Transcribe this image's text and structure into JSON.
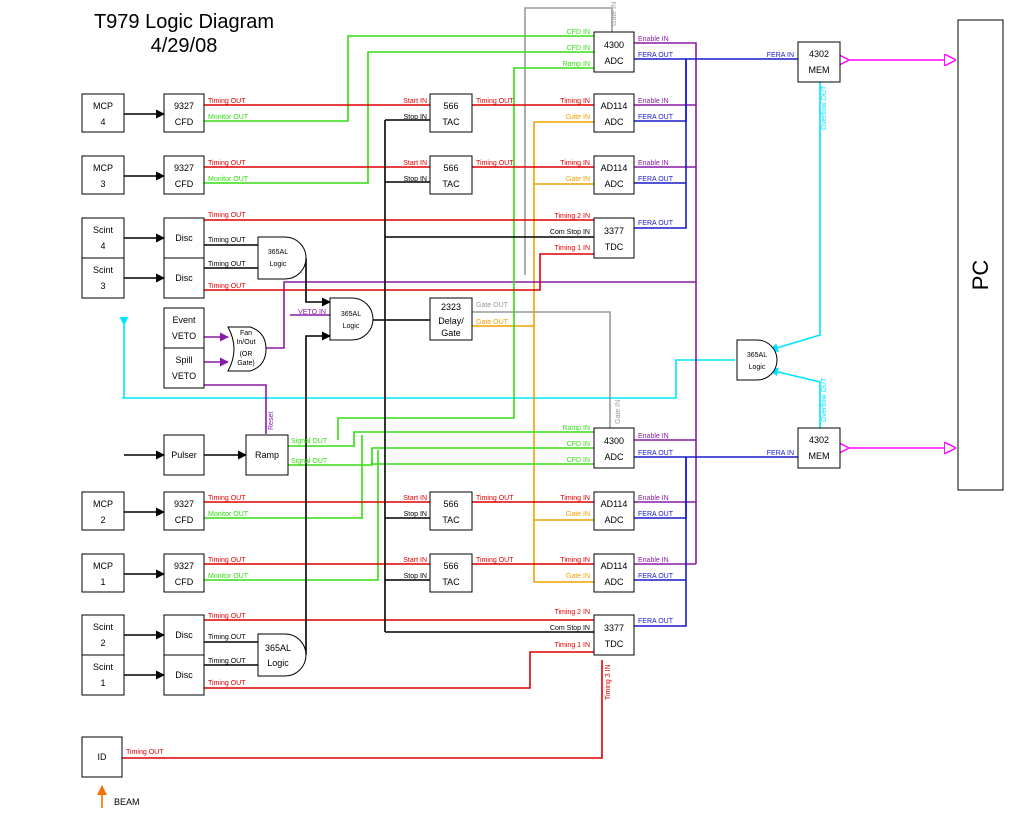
{
  "title": "T979 Logic Diagram",
  "date": "4/29/08",
  "blocks": {
    "mcp4": [
      "MCP",
      "4"
    ],
    "mcp3": [
      "MCP",
      "3"
    ],
    "mcp2": [
      "MCP",
      "2"
    ],
    "mcp1": [
      "MCP",
      "1"
    ],
    "scint4": [
      "Scint",
      "4"
    ],
    "scint3": [
      "Scint",
      "3"
    ],
    "scint2": [
      "Scint",
      "2"
    ],
    "scint1": [
      "Scint",
      "1"
    ],
    "cfd": [
      "9327",
      "CFD"
    ],
    "disc": "Disc",
    "event_veto": [
      "Event",
      "VETO"
    ],
    "spill_veto": [
      "Spill",
      "VETO"
    ],
    "fanin": [
      "Fan",
      "In/Out",
      "(OR",
      "Gate)"
    ],
    "pulser": "Pulser",
    "ramp": "Ramp",
    "id": "ID",
    "logic365": [
      "365AL",
      "Logic"
    ],
    "delay_gate": [
      "2323",
      "Delay/",
      "Gate"
    ],
    "tac": [
      "566",
      "TAC"
    ],
    "adc4300": [
      "4300",
      "ADC"
    ],
    "adc114": [
      "AD114",
      "ADC"
    ],
    "tdc": [
      "3377",
      "TDC"
    ],
    "mem": [
      "4302",
      "MEM"
    ],
    "pc": "PC"
  },
  "ports": {
    "timing_out": "Timing OUT",
    "monitor_out": "Monitor OUT",
    "start_in": "Start IN",
    "stop_in": "Stop IN",
    "timing_in": "Timing IN",
    "gate_in": "Gate IN",
    "enable_in": "Enable IN",
    "fera_out": "FERA OUT",
    "fera_in": "FERA IN",
    "cfd_in": "CFD IN",
    "ramp_in": "Ramp  IN",
    "timing2_in": "Timing 2 IN",
    "com_stop_in": "Com Stop IN",
    "timing1_in": "Timing 1 IN",
    "timing3_in": "Timing 3 IN",
    "veto_in": "VETO IN",
    "gate_out": "Gate OUT",
    "signal_out": "Signal OUT",
    "reset": "Reset",
    "overflow_out": "Overflow OUT"
  },
  "beam": "BEAM",
  "colors": {
    "timing": "#e00000",
    "monitor": "#33dd11",
    "logic": "#000000",
    "enable": "#8a1aa8",
    "fera": "#1a1acc",
    "gate": "#f0a000",
    "gate_out": "#9a9a9a",
    "overflow": "#00e5ff",
    "pc_link": "#ff00ff",
    "beam": "#f07000"
  }
}
